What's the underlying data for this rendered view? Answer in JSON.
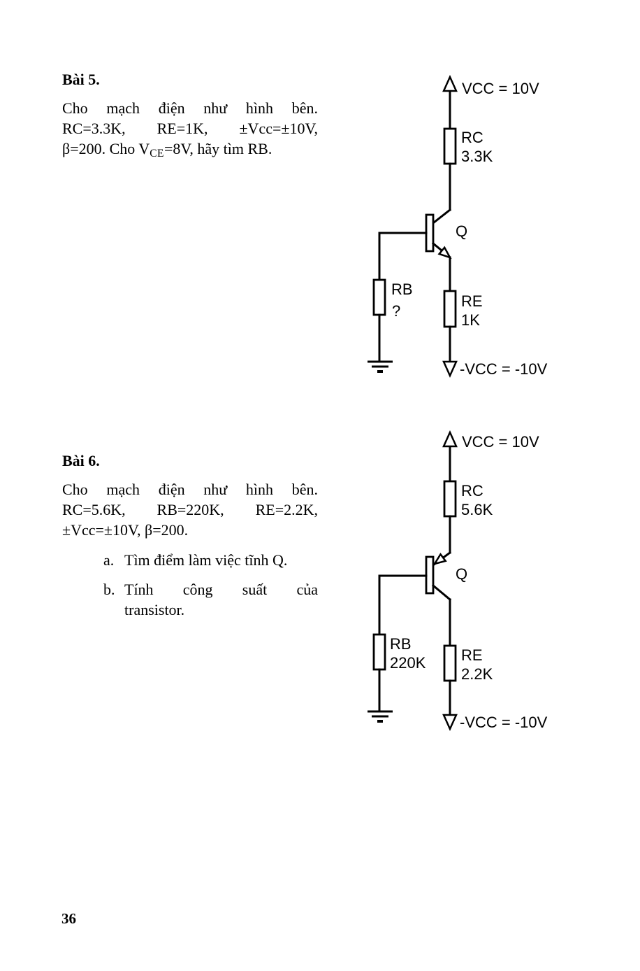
{
  "page": {
    "number": "36"
  },
  "ex5": {
    "title": "Bài 5.",
    "line1": "Cho mạch điện như hình bên.",
    "line2": "RC=3.3K, RE=1K, ±Vcc=±10V,",
    "line3_pre": "β=200. Cho V",
    "line3_sub": "CE",
    "line3_post": "=8V, hãy tìm RB."
  },
  "ex6": {
    "title": "Bài 6.",
    "line1": "Cho mạch điện như hình bên.",
    "line2": "RC=5.6K, RB=220K, RE=2.2K,",
    "line3": "±Vcc=±10V, β=200.",
    "item_a_marker": "a.",
    "item_a_text": "Tìm điểm làm việc tĩnh Q.",
    "item_b_marker": "b.",
    "item_b_line1": "Tính công suất của",
    "item_b_line2": "transistor."
  },
  "circuit1": {
    "vcc_label": "VCC = 10V",
    "rc_name": "RC",
    "rc_value": "3.3K",
    "transistor_label": "Q",
    "rb_name": "RB",
    "rb_value": "?",
    "re_name": "RE",
    "re_value": "1K",
    "vee_label": "-VCC = -10V",
    "transistor_type": "npn"
  },
  "circuit2": {
    "vcc_label": "VCC = 10V",
    "rc_name": "RC",
    "rc_value": "5.6K",
    "transistor_label": "Q",
    "rb_name": "RB",
    "rb_value": "220K",
    "re_name": "RE",
    "re_value": "2.2K",
    "vee_label": "-VCC = -10V",
    "transistor_type": "pnp"
  },
  "icons": {
    "vcc_arrow": "open-triangle-up",
    "vee_arrow": "open-triangle-down",
    "ground": "three-bar-ground"
  },
  "colors": {
    "ink": "#000000",
    "paper": "#ffffff"
  }
}
